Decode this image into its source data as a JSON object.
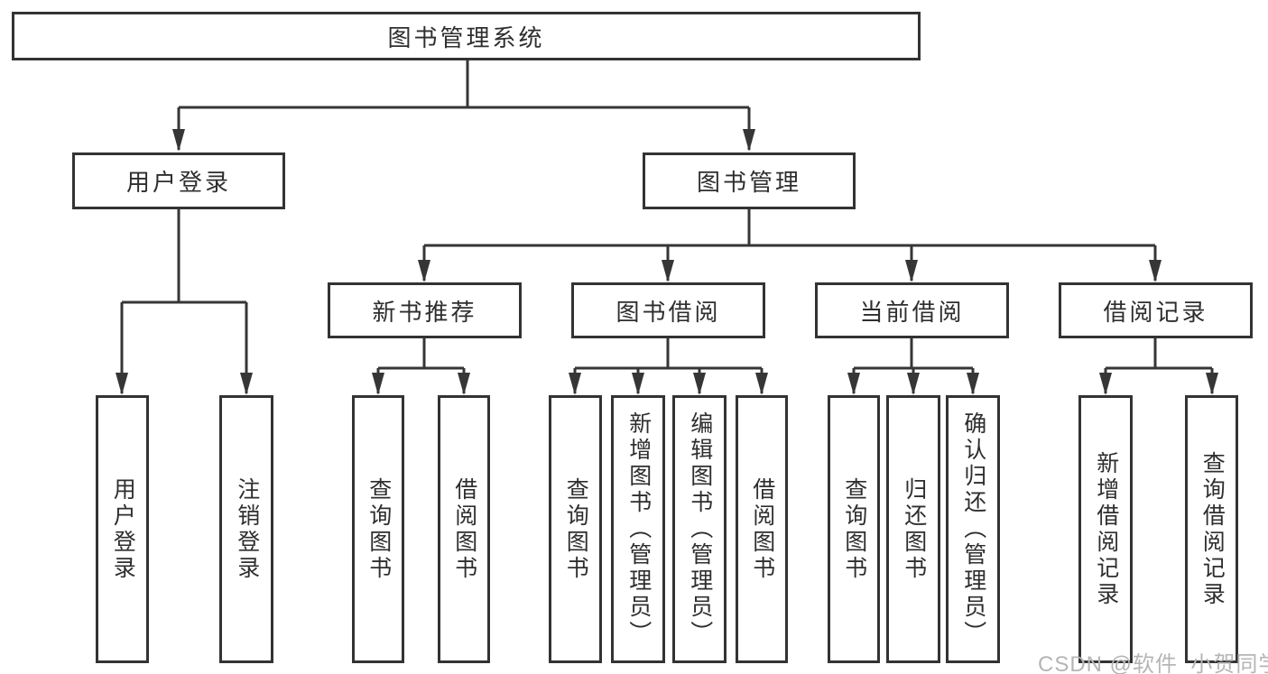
{
  "diagram": {
    "root": "图书管理系统",
    "login": {
      "label": "用户登录",
      "children": [
        "用户登录",
        "注销登录"
      ]
    },
    "manage": {
      "label": "图书管理",
      "sections": [
        {
          "label": "新书推荐",
          "children": [
            "查询图书",
            "借阅图书"
          ]
        },
        {
          "label": "图书借阅",
          "children": [
            "查询图书",
            "新增图书（管理员）",
            "编辑图书（管理员）",
            "借阅图书"
          ]
        },
        {
          "label": "当前借阅",
          "children": [
            "查询图书",
            "归还图书",
            "确认归还（管理员）"
          ]
        },
        {
          "label": "借阅记录",
          "children": [
            "新增借阅记录",
            "查询借阅记录"
          ]
        }
      ]
    }
  },
  "watermark": {
    "text": "CSDN @软件_小贺同学",
    "color": "#b5b5b5"
  },
  "colors": {
    "line": "#363636",
    "border": "#333333",
    "fill": "#ffffff",
    "text": "#2e2e2e"
  }
}
